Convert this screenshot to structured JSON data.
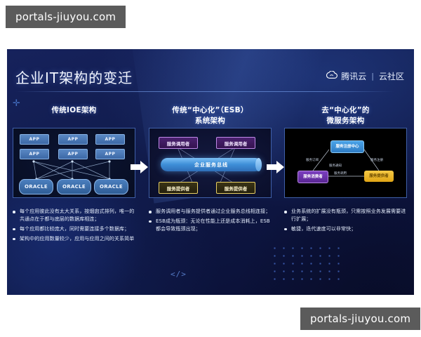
{
  "watermark": {
    "text": "portals-jiuyou.com"
  },
  "slide": {
    "title": "企业IT架构的变迁",
    "brand": {
      "logo_icon": "tencent-cloud-cloud-icon",
      "name": "腾讯云",
      "divider": "|",
      "community": "云社区"
    },
    "code_mark": "</>",
    "columns": [
      {
        "heading": "传统IOE架构",
        "diagram": {
          "type": "ioe-architecture",
          "app_label": "APP",
          "app_nodes": [
            "APP",
            "APP",
            "APP",
            "APP",
            "APP",
            "APP"
          ],
          "db_label": "ORACLE",
          "db_nodes": [
            "ORACLE",
            "ORACLE",
            "ORACLE"
          ]
        },
        "bullets": [
          "每个应用彼此没有太大关系，按烟囱式排列，唯一的共通点在于都与底层的数据库相连；",
          "每个应用都比较庞大，同时需要连接多个数据库；",
          "架构中的应用数量较少，应用与应用之间的关系简单"
        ]
      },
      {
        "heading_line1": "传统“中心化”（ESB）",
        "heading_line2": "系统架构",
        "diagram": {
          "type": "esb-architecture",
          "callers": [
            "服务调用者",
            "服务调用者"
          ],
          "bus": "企业服务总线",
          "providers": [
            "服务提供者",
            "服务提供者"
          ]
        },
        "bullets": [
          "服务调用者与服务提供者通过企业服务总线相连接；",
          "ESB成为瓶颈：无论在性能上还是成本消耗上，ESB都会导致瓶颈出现；"
        ]
      },
      {
        "heading_line1": "去“中心化”的",
        "heading_line2": "微服务架构",
        "diagram": {
          "type": "microservice-architecture",
          "registry": "服务注册中心",
          "consumer": "服务消费者",
          "provider": "服务提供者",
          "edge_register": "服务注册",
          "edge_subscribe": "服务订阅",
          "edge_notify": "服务通知",
          "edge_call": "服务调用"
        },
        "bullets": [
          "业务系统的扩展没有瓶颈，只需按照业务发展需要进行扩展；",
          "敏捷，迭代速度可以非常快；"
        ]
      }
    ]
  }
}
